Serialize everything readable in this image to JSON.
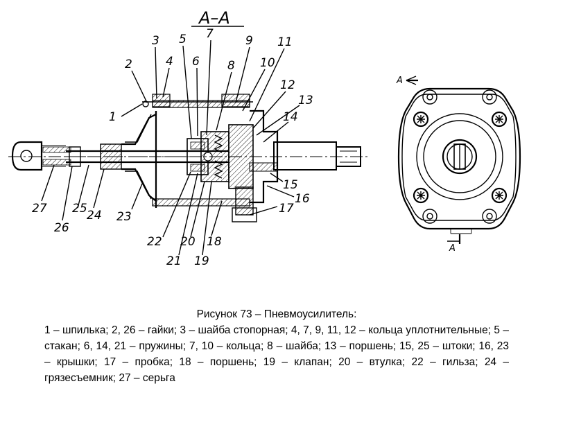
{
  "section_label": "А–А",
  "view_marker_top": "А",
  "view_marker_bottom": "А",
  "part_labels": [
    "1",
    "2",
    "3",
    "4",
    "5",
    "6",
    "7",
    "8",
    "9",
    "10",
    "11",
    "12",
    "13",
    "14",
    "15",
    "16",
    "17",
    "18",
    "19",
    "20",
    "21",
    "22",
    "23",
    "24",
    "25",
    "26",
    "27"
  ],
  "caption": {
    "title": "Рисунок 73 – Пневмоусилитель:",
    "body": "1 – шпилька; 2, 26 – гайки; 3 – шайба стопорная; 4, 7, 9, 11, 12 – кольца уплотнительные; 5 – стакан; 6, 14, 21 – пружины; 7, 10 – кольца; 8 – шайба; 13 – поршень; 15, 25 – штоки; 16, 23 – крышки; 17 – пробка; 18 – поршень; 19 – клапан; 20 – втулка; 22 – гильза; 24 – грязесъемник; 27 – серьга"
  }
}
